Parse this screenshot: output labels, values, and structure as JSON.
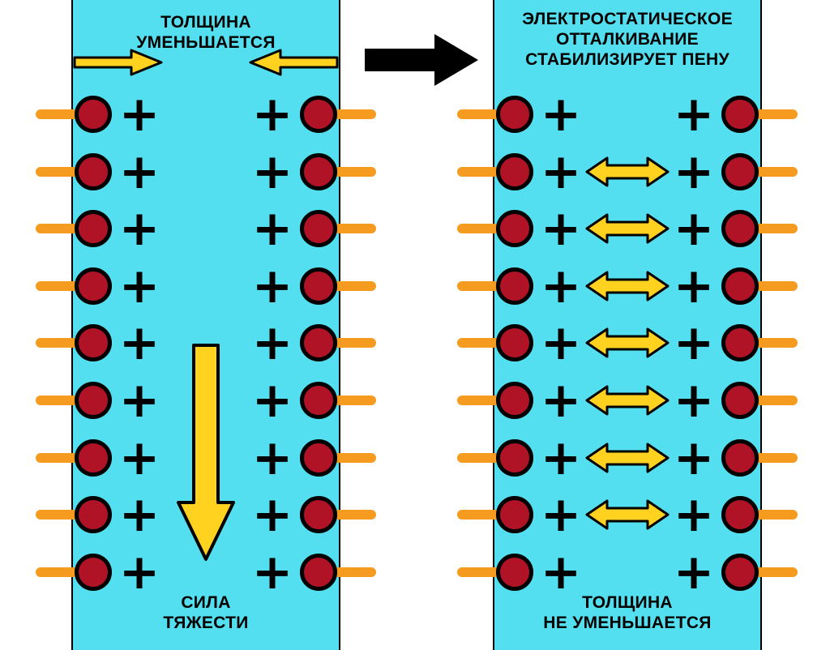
{
  "diagram": {
    "left_panel": {
      "title": "ТОЛЩИНА\nУМЕНЬШАЕТСЯ",
      "bottom_label": "СИЛА\nТЯЖЕСТИ",
      "row_count": 9
    },
    "right_panel": {
      "title": "ЭЛЕКТРОСТАТИЧЕСКОЕ\nОТТАЛКИВАНИЕ\nСТАБИЛИЗИРУЕТ ПЕНУ",
      "bottom_label": "ТОЛЩИНА\nНЕ УМЕНЬШАЕТСЯ",
      "row_count": 9,
      "repulsion_arrow_rows": [
        1,
        2,
        3,
        4,
        5,
        6,
        7
      ]
    },
    "plus": "+",
    "colors": {
      "film": "#54DFF0",
      "molecule_head": "#B01226",
      "molecule_tail": "#F59B20",
      "arrow_yellow": "#FFD21F",
      "arrow_black": "#000000",
      "background": "#FFFFFF"
    }
  }
}
